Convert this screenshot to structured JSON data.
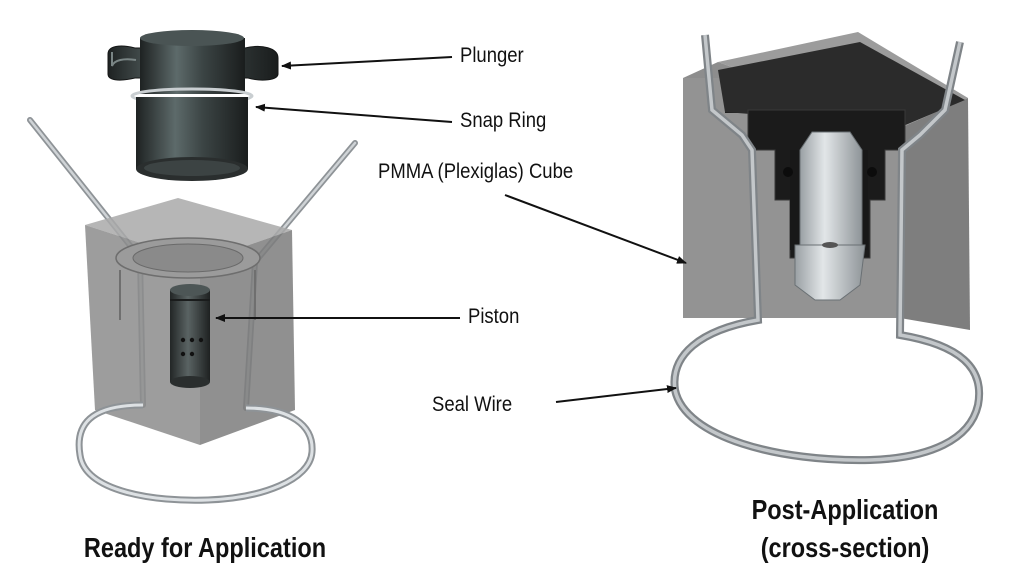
{
  "labels": {
    "plunger": "Plunger",
    "snap_ring": "Snap Ring",
    "pmma_cube": "PMMA (Plexiglas) Cube",
    "piston": "Piston",
    "seal_wire": "Seal Wire"
  },
  "captions": {
    "ready": "Ready for Application",
    "post_line1": "Post-Application",
    "post_line2": "(cross-section)"
  },
  "colors": {
    "cube_gray": "#8a8a8a",
    "plunger_dark": "#2f3434",
    "wire_gray": "#b8bcbf",
    "text": "#111111"
  }
}
